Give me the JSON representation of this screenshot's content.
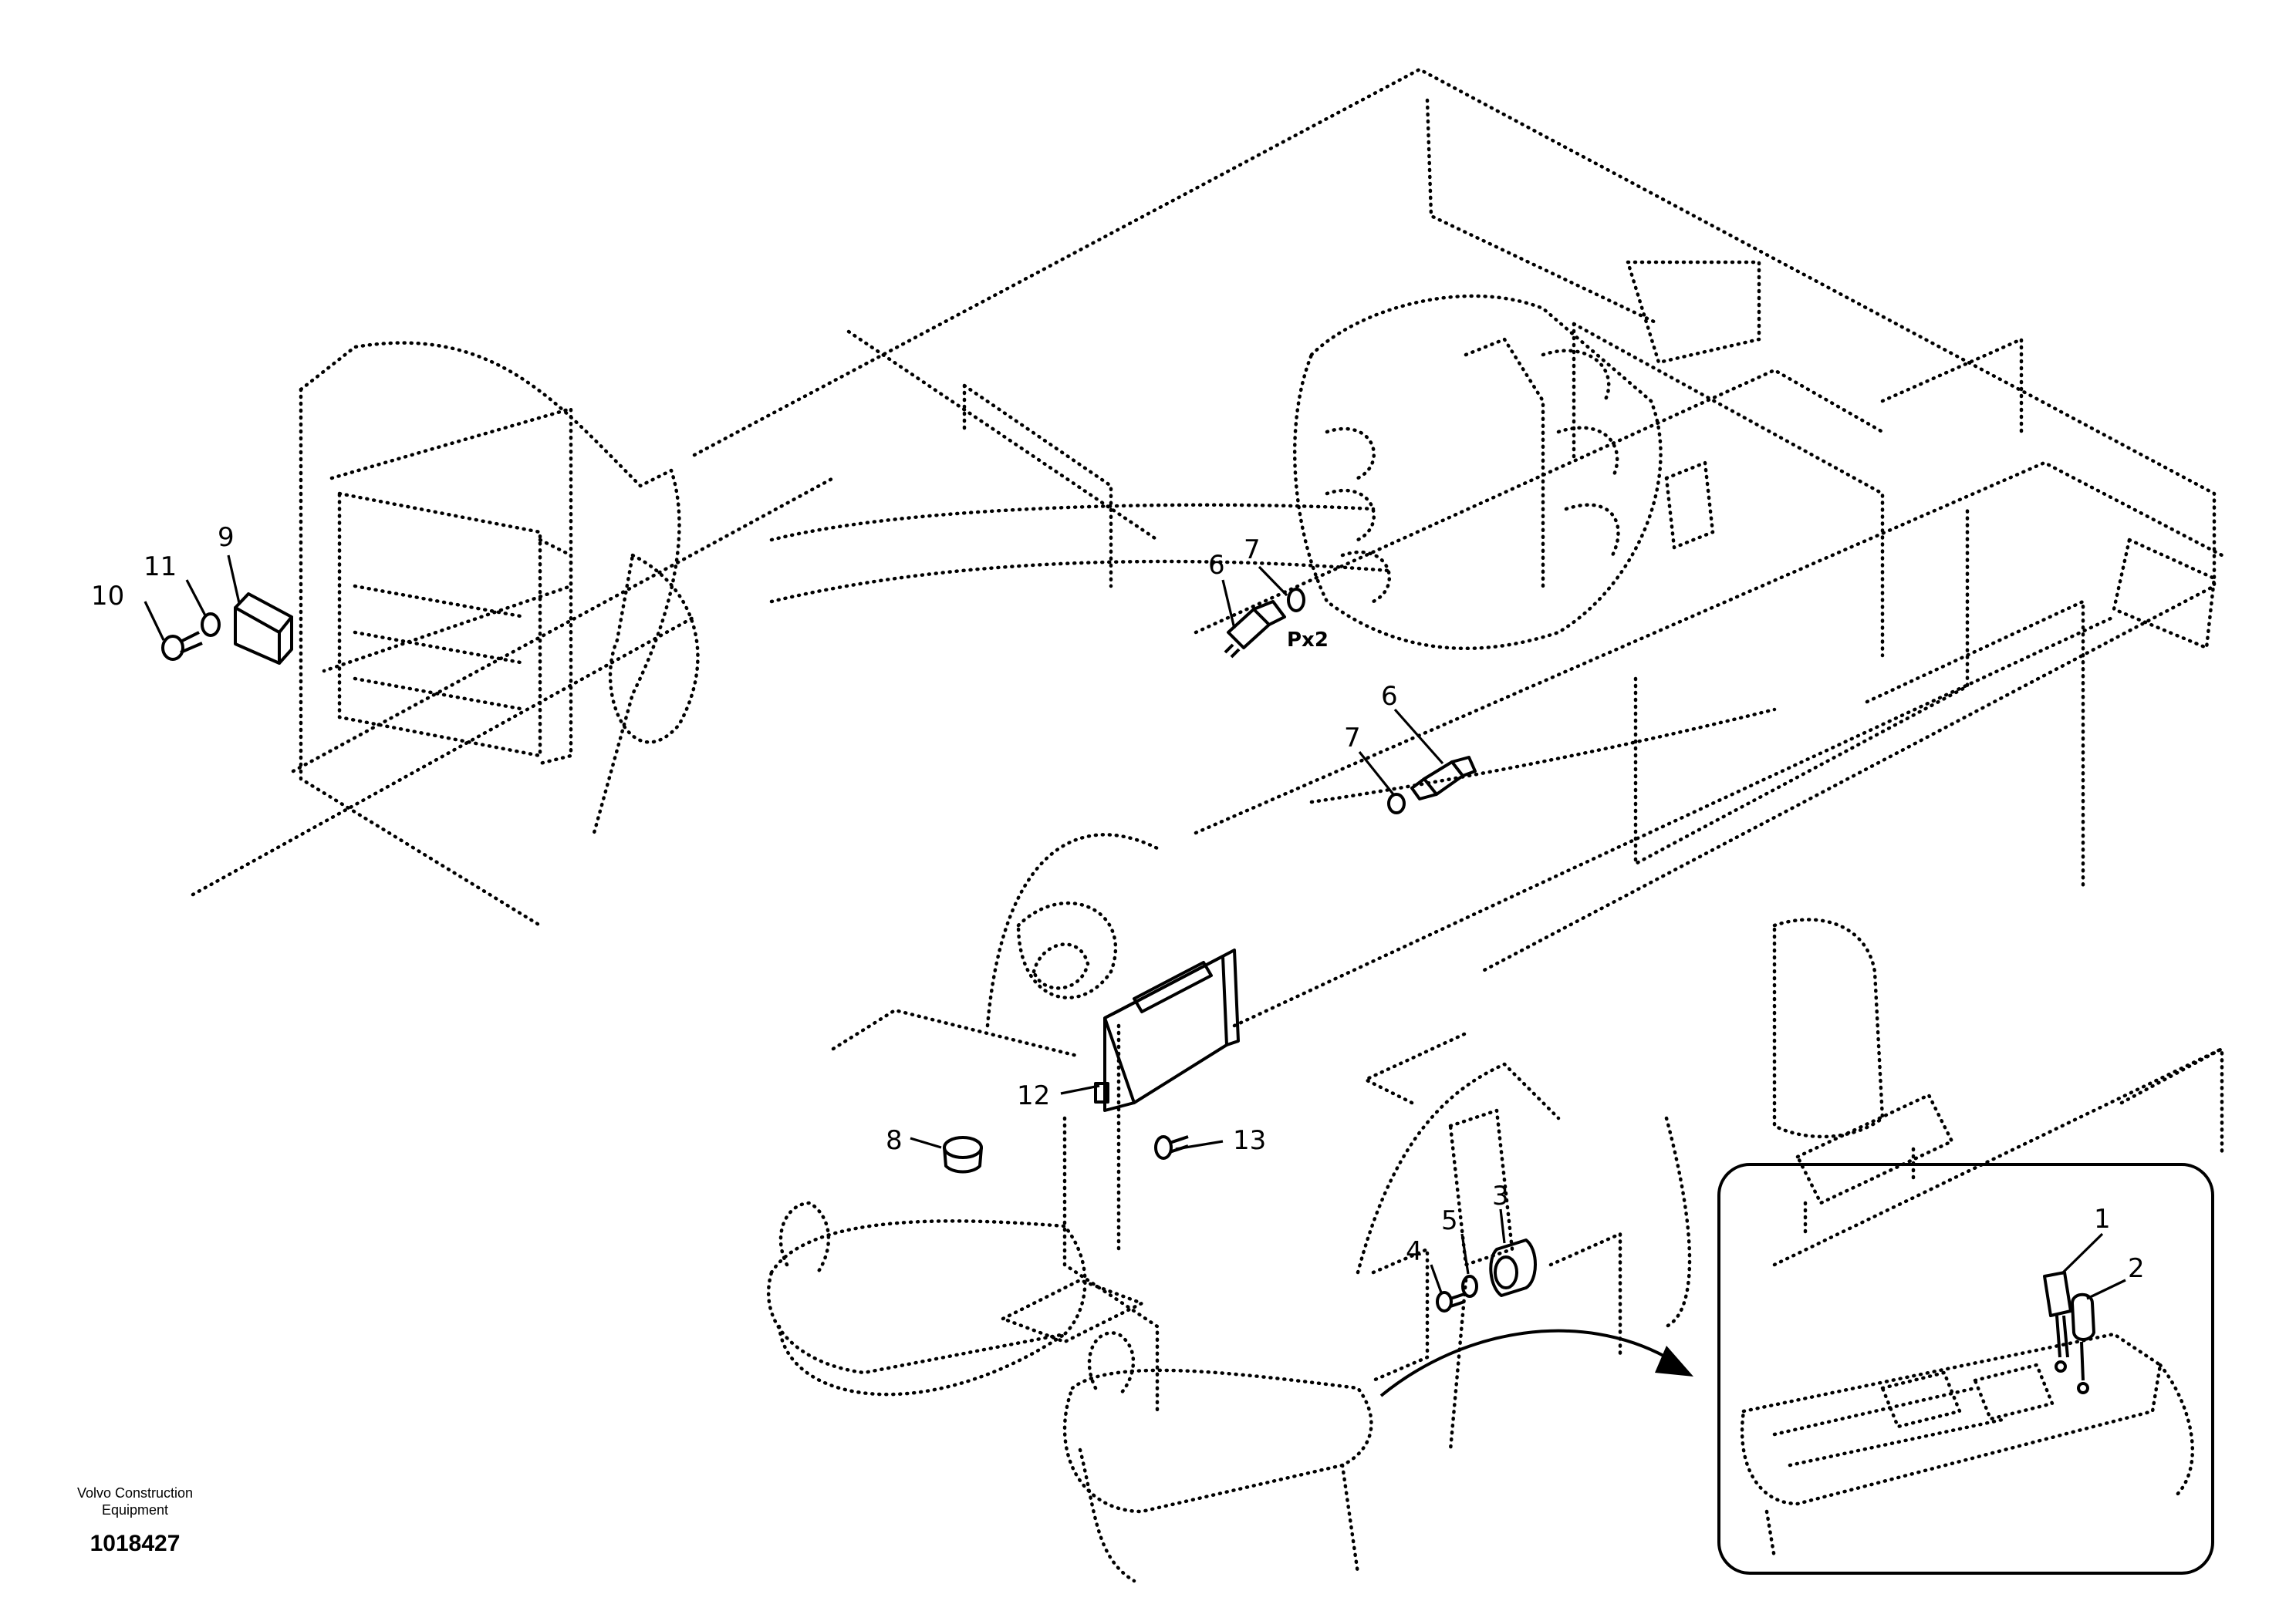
{
  "drawing": {
    "publisher_line1": "Volvo Construction",
    "publisher_line2": "Equipment",
    "document_number": "1018427",
    "quantity_note": "Px2",
    "callouts": {
      "c1": "1",
      "c2": "2",
      "c3": "3",
      "c4": "4",
      "c5": "5",
      "c6a": "6",
      "c6b": "6",
      "c7a": "7",
      "c7b": "7",
      "c8": "8",
      "c9": "9",
      "c10": "10",
      "c11": "11",
      "c12": "12",
      "c13": "13"
    }
  }
}
